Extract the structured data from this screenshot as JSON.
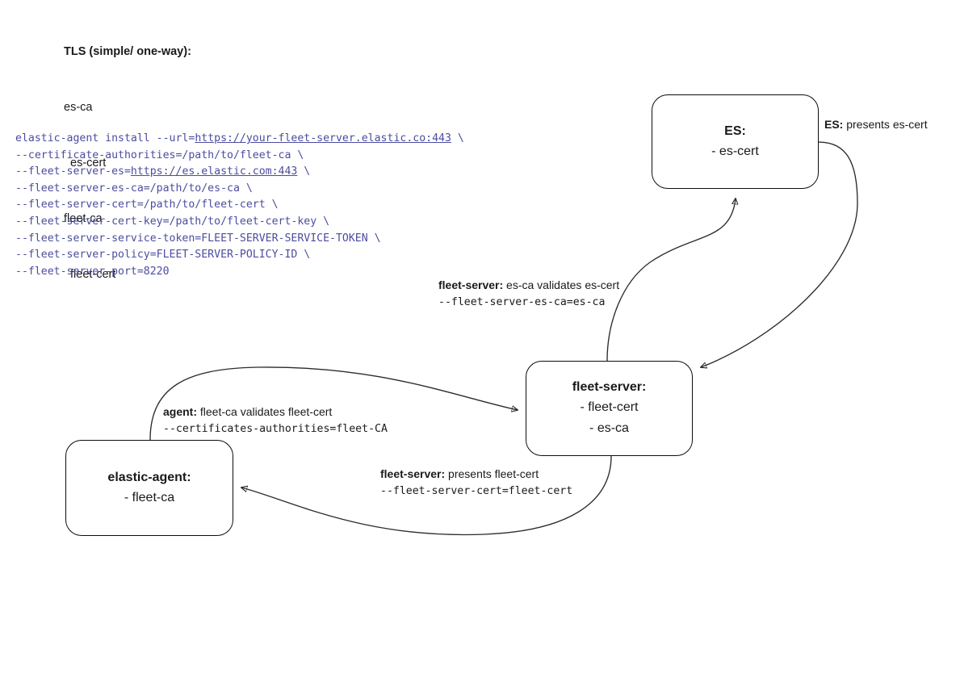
{
  "legend": {
    "title": "TLS (simple/ one-way):",
    "lines": [
      {
        "text": "es-ca",
        "indent": false
      },
      {
        "text": "es-cert",
        "indent": true
      },
      {
        "text": "fleet-ca",
        "indent": false
      },
      {
        "text": "fleet-cert",
        "indent": true
      }
    ]
  },
  "code": {
    "color": "#4c4ca0",
    "lines": [
      {
        "segments": [
          {
            "text": "elastic-agent install --url=",
            "link": false
          },
          {
            "text": "https://your-fleet-server.elastic.co:443",
            "link": true
          },
          {
            "text": " \\",
            "link": false
          }
        ]
      },
      {
        "segments": [
          {
            "text": "--certificate-authorities=/path/to/fleet-ca \\",
            "link": false
          }
        ]
      },
      {
        "segments": [
          {
            "text": "--fleet-server-es=",
            "link": false
          },
          {
            "text": "https://es.elastic.com:443",
            "link": true
          },
          {
            "text": " \\",
            "link": false
          }
        ]
      },
      {
        "segments": [
          {
            "text": "--fleet-server-es-ca=/path/to/es-ca \\",
            "link": false
          }
        ]
      },
      {
        "segments": [
          {
            "text": "--fleet-server-cert=/path/to/fleet-cert \\",
            "link": false
          }
        ]
      },
      {
        "segments": [
          {
            "text": "--fleet-server-cert-key=/path/to/fleet-cert-key \\",
            "link": false
          }
        ]
      },
      {
        "segments": [
          {
            "text": "--fleet-server-service-token=FLEET-SERVER-SERVICE-TOKEN \\",
            "link": false
          }
        ]
      },
      {
        "segments": [
          {
            "text": "--fleet-server-policy=FLEET-SERVER-POLICY-ID \\",
            "link": false
          }
        ]
      },
      {
        "segments": [
          {
            "text": "--fleet-server-port=8220",
            "link": false
          }
        ]
      }
    ]
  },
  "nodes": {
    "es": {
      "title": "ES:",
      "items": [
        "- es-cert"
      ]
    },
    "fleet_server": {
      "title": "fleet-server:",
      "items": [
        "- fleet-cert",
        "- es-ca"
      ]
    },
    "elastic_agent": {
      "title": "elastic-agent:",
      "items": [
        "- fleet-ca"
      ]
    }
  },
  "edge_labels": {
    "es_presents": {
      "bold": "ES:",
      "rest": " presents es-cert",
      "mono": ""
    },
    "fleet_server_validates": {
      "bold": "fleet-server:",
      "rest": " es-ca validates es-cert",
      "mono": "--fleet-server-es-ca=es-ca"
    },
    "agent_validates": {
      "bold": "agent:",
      "rest": " fleet-ca validates fleet-cert",
      "mono": "--certificates-authorities=fleet-CA"
    },
    "fleet_server_presents": {
      "bold": "fleet-server:",
      "rest": " presents fleet-cert",
      "mono": "--fleet-server-cert=fleet-cert"
    }
  },
  "colors": {
    "stroke": "#2b2b2b",
    "node_border": "#0d0d0d",
    "text": "#1a1a1a",
    "code": "#4c4ca0",
    "background": "#ffffff"
  }
}
